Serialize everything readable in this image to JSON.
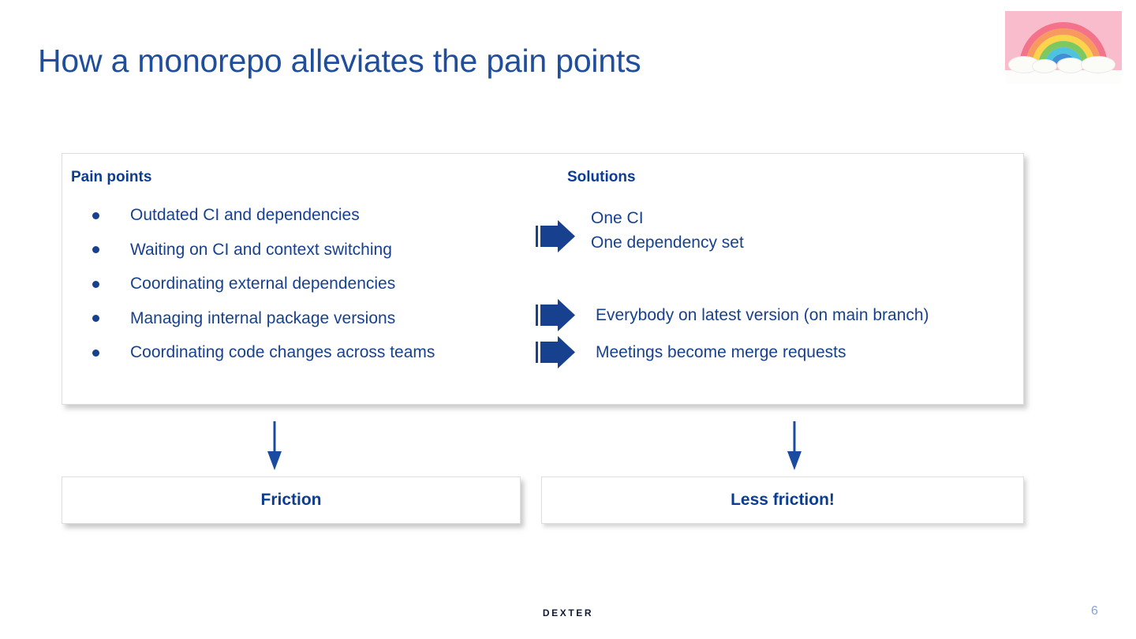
{
  "slide": {
    "title": "How a monorepo alleviates the pain points",
    "page_number": "6",
    "footer_logo": "DEXTER",
    "title_color": "#1f4e9c",
    "accent_color": "#17418f",
    "heading_color": "#0b3d91"
  },
  "thumbnail": {
    "name": "balloon-rainbow-photo",
    "background_color": "#f9bccd",
    "arc_colors": [
      "#f4738b",
      "#f79a5f",
      "#fcd34b",
      "#7ec95f",
      "#4ec3e0",
      "#3f8fd6"
    ],
    "ground_color": "#fdfdfb"
  },
  "card": {
    "pain_heading": "Pain points",
    "solutions_heading": "Solutions",
    "pain_points": [
      "Outdated CI and dependencies",
      "Waiting on CI and context switching",
      "Coordinating external dependencies",
      "Managing internal package versions",
      "Coordinating code changes across teams"
    ],
    "solutions": [
      {
        "lines": [
          "One CI",
          "One dependency set"
        ]
      },
      {
        "lines": [
          "Everybody on latest version (on main branch)"
        ]
      },
      {
        "lines": [
          "Meetings become merge requests"
        ]
      }
    ]
  },
  "outcomes": {
    "left_label": "Friction",
    "right_label": "Less friction!"
  }
}
